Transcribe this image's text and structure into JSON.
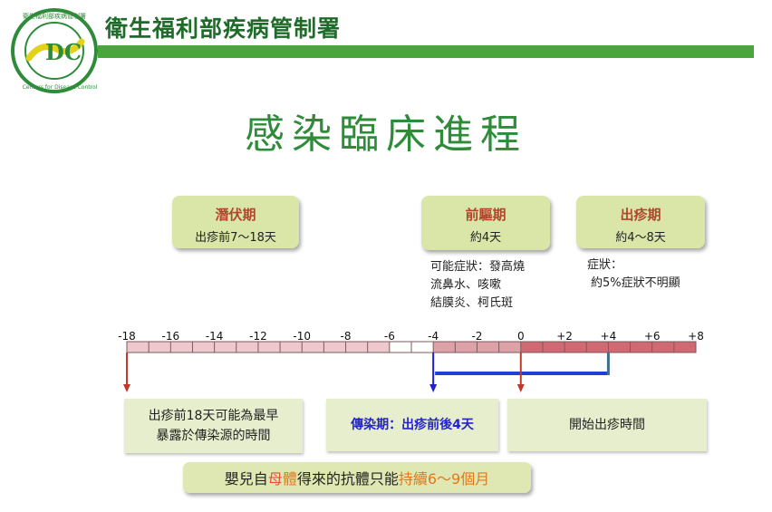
{
  "header": {
    "agency_name": "衛生福利部疾病管制署",
    "logo": {
      "monogram": "DC",
      "ring_text_top": "衛生福利部疾病管制署",
      "ring_text_bottom": "Centers for Disease Control",
      "colors": {
        "green": "#2e8b3a",
        "yellow": "#e3d21a"
      }
    }
  },
  "page_title": "感染臨床進程",
  "phases": [
    {
      "title": "潛伏期",
      "subtitle": "出疹前7～18天"
    },
    {
      "title": "前驅期",
      "subtitle": "約4天"
    },
    {
      "title": "出疹期",
      "subtitle": "約4～8天"
    }
  ],
  "notes": {
    "prodromal": [
      "可能症狀：發高燒",
      "流鼻水、咳嗽",
      "結膜炎、柯氏斑"
    ],
    "rash": [
      "症狀：",
      "約5%症狀不明顯"
    ]
  },
  "timeline": {
    "labels": [
      "-18",
      "-16",
      "-14",
      "-12",
      "-10",
      "-8",
      "-6",
      "-4",
      "-2",
      "0",
      "+2",
      "+4",
      "+6",
      "+8"
    ],
    "label_values": [
      -18,
      -16,
      -14,
      -12,
      -10,
      -8,
      -6,
      -4,
      -2,
      0,
      2,
      4,
      6,
      8
    ],
    "min": -18,
    "max": 8,
    "segments": [
      {
        "from": -18,
        "to": -6,
        "color": "#edc9cd"
      },
      {
        "from": -6,
        "to": -4,
        "color": "#ffffff"
      },
      {
        "from": -4,
        "to": 0,
        "color": "#dda2a8"
      },
      {
        "from": 0,
        "to": 8,
        "color": "#cf6a73"
      }
    ],
    "red_arrows_at": [
      -18,
      0
    ],
    "blue_arrow_at": -4,
    "contagious_from": -4,
    "contagious_to": 4
  },
  "bottom_boxes": {
    "exposure": [
      "出疹前18天可能為最早",
      "暴露於傳染源的時間"
    ],
    "contagious": {
      "label": "傳染期：出疹前後",
      "value": "4天"
    },
    "rash_start": "開始出疹時間",
    "antibody": {
      "prefix": "嬰兒自",
      "mother": "母",
      "body": "體",
      "middle": "得來的抗體只能",
      "duration": "持續6～9個月"
    }
  },
  "colors": {
    "red_arrow": "#c0392b",
    "blue_arrow": "#2020cc",
    "contagious_bar": "#1f3fd6"
  }
}
